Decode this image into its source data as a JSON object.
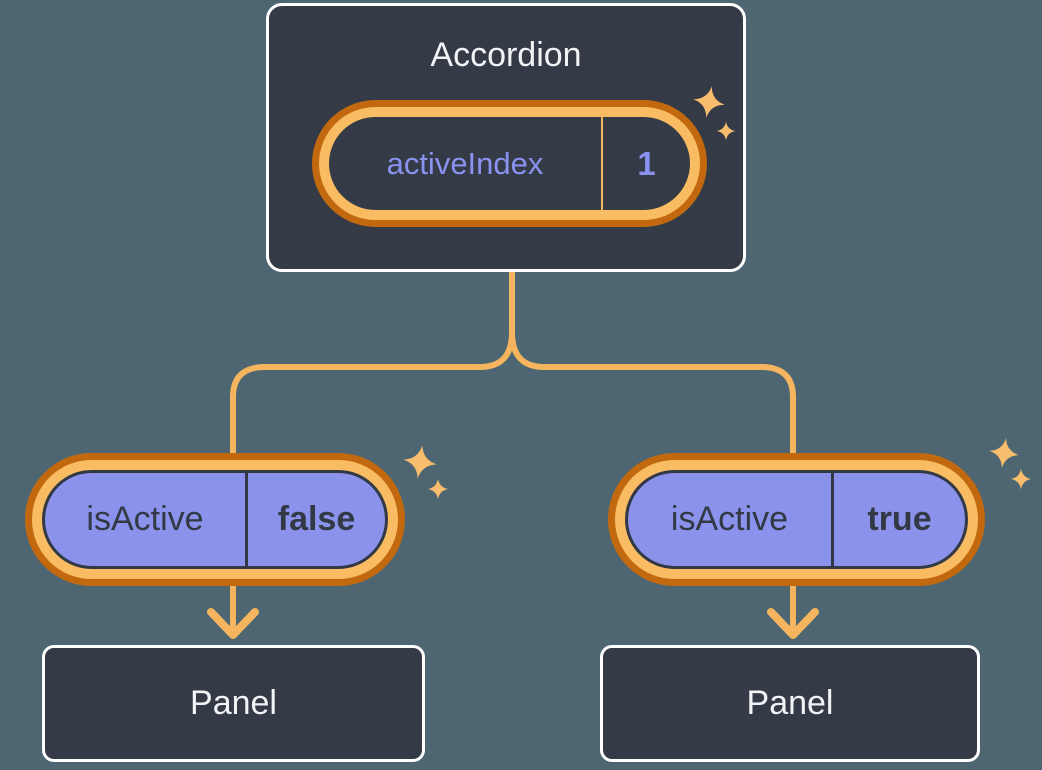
{
  "colors": {
    "background": "#4d6671",
    "line": "#f5b55f",
    "ring_dark": "#c2690f",
    "ring_light": "#f9bc63",
    "sparkle": "#f8bd6d",
    "node_fill": "#343a46",
    "prop_fill": "#8a92ec",
    "state_text": "#8a92ef",
    "light_text": "#f1f3f6",
    "dark_text": "#323945"
  },
  "accordion": {
    "title": "Accordion",
    "state": {
      "name": "activeIndex",
      "value": "1"
    }
  },
  "children": [
    {
      "prop_name": "isActive",
      "prop_value": "false",
      "panel_label": "Panel"
    },
    {
      "prop_name": "isActive",
      "prop_value": "true",
      "panel_label": "Panel"
    }
  ],
  "icons": {
    "sparkles": "sparkle-icon",
    "arrows": "arrow-down-icon"
  }
}
